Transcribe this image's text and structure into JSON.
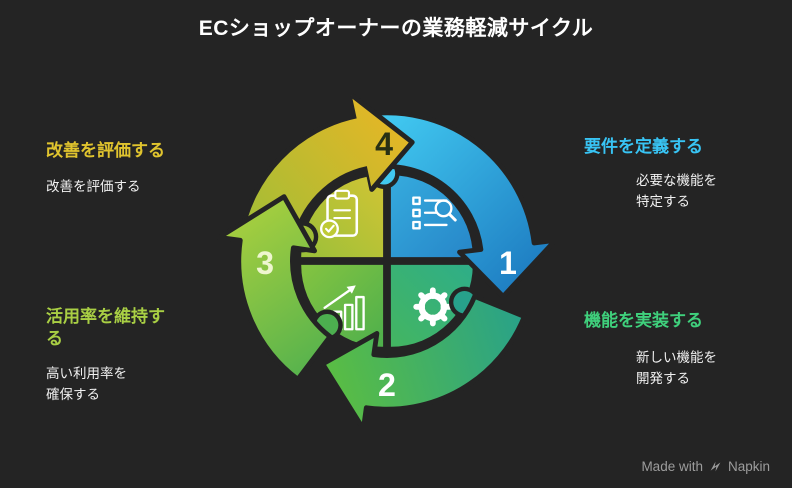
{
  "title": "ECショップオーナーの業務軽減サイクル",
  "steps": [
    {
      "number": "1",
      "label": "要件を定義する",
      "desc_lines": [
        "必要な機能を",
        "特定する"
      ],
      "color": "#38c4f4",
      "icon": "requirements-list-icon"
    },
    {
      "number": "2",
      "label": "機能を実装する",
      "desc_lines": [
        "新しい機能を",
        "開発する"
      ],
      "color": "#3fd07c",
      "icon": "gear-icon"
    },
    {
      "number": "3",
      "label": "活用率を維持する",
      "desc_lines": [
        "高い利用率を",
        "確保する"
      ],
      "color": "#a9cf44",
      "icon": "growth-chart-icon"
    },
    {
      "number": "4",
      "label": "改善を評価する",
      "desc_lines": [
        "改善を評価する"
      ],
      "color": "#e0c42e",
      "icon": "clipboard-check-icon"
    }
  ],
  "colors": {
    "background": "#242424",
    "arrow_blue": [
      "#41c8f0",
      "#1e7dc2"
    ],
    "arrow_green": [
      "#27a18b",
      "#5abd43"
    ],
    "arrow_lime": [
      "#4caf4f",
      "#a8cf3e"
    ],
    "arrow_yellow": [
      "#9fbe37",
      "#e8b625"
    ]
  },
  "footer": {
    "made_with": "Made with",
    "brand": "Napkin",
    "icon": "napkin-logo-icon"
  }
}
